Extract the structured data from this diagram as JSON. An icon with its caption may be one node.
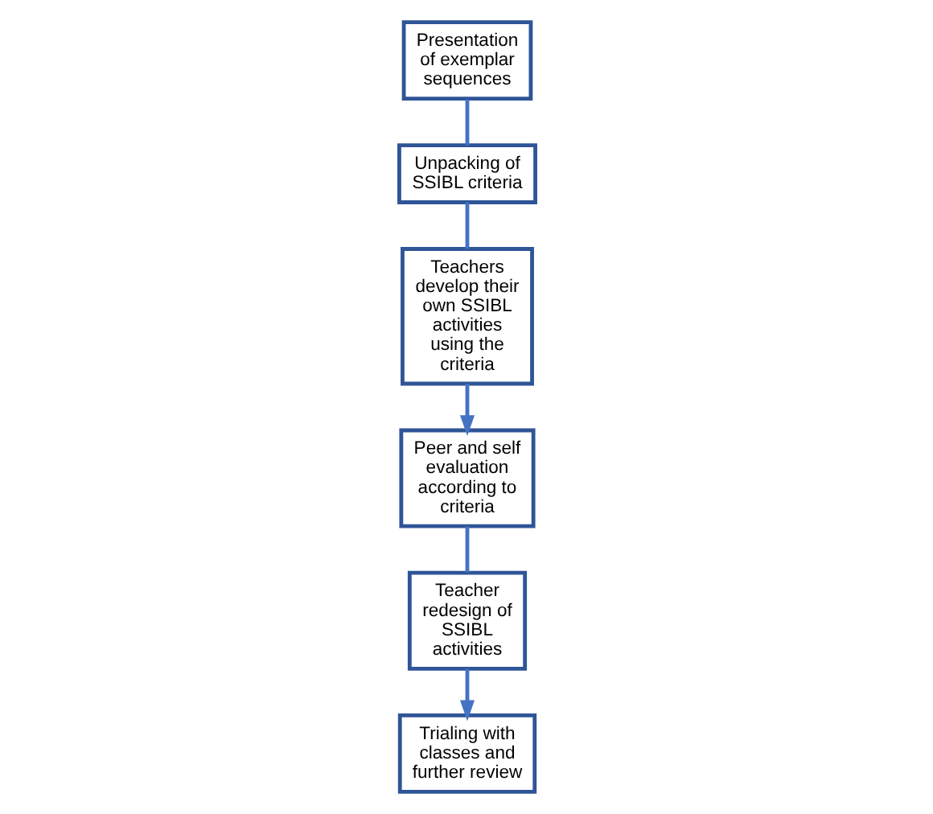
{
  "diagram": {
    "nodes": [
      {
        "text": [
          "Unpacking of SSIBL criteria"
        ]
      },
      {
        "text": [
          "Teachers develop their own SSIBL activities using the criteria"
        ]
      },
      {
        "text": [
          "Presentation of exemplar sequences"
        ]
      },
      {
        "text": [
          "Trialing with classes and further review"
        ]
      },
      {
        "text": [
          "Peer and self evaluation according to criteria"
        ]
      },
      {
        "text": [
          "Teacher redesign of SSIBL activities"
        ]
      }
    ],
    "edges": [
      {
        "from": 2,
        "to": 0,
        "arrow": "none"
      },
      {
        "from": 0,
        "to": 1,
        "arrow": "none"
      },
      {
        "from": 1,
        "to": 4,
        "arrow": "to"
      },
      {
        "from": 4,
        "to": 5,
        "arrow": "none"
      },
      {
        "from": 5,
        "to": 3,
        "arrow": "to"
      }
    ]
  }
}
